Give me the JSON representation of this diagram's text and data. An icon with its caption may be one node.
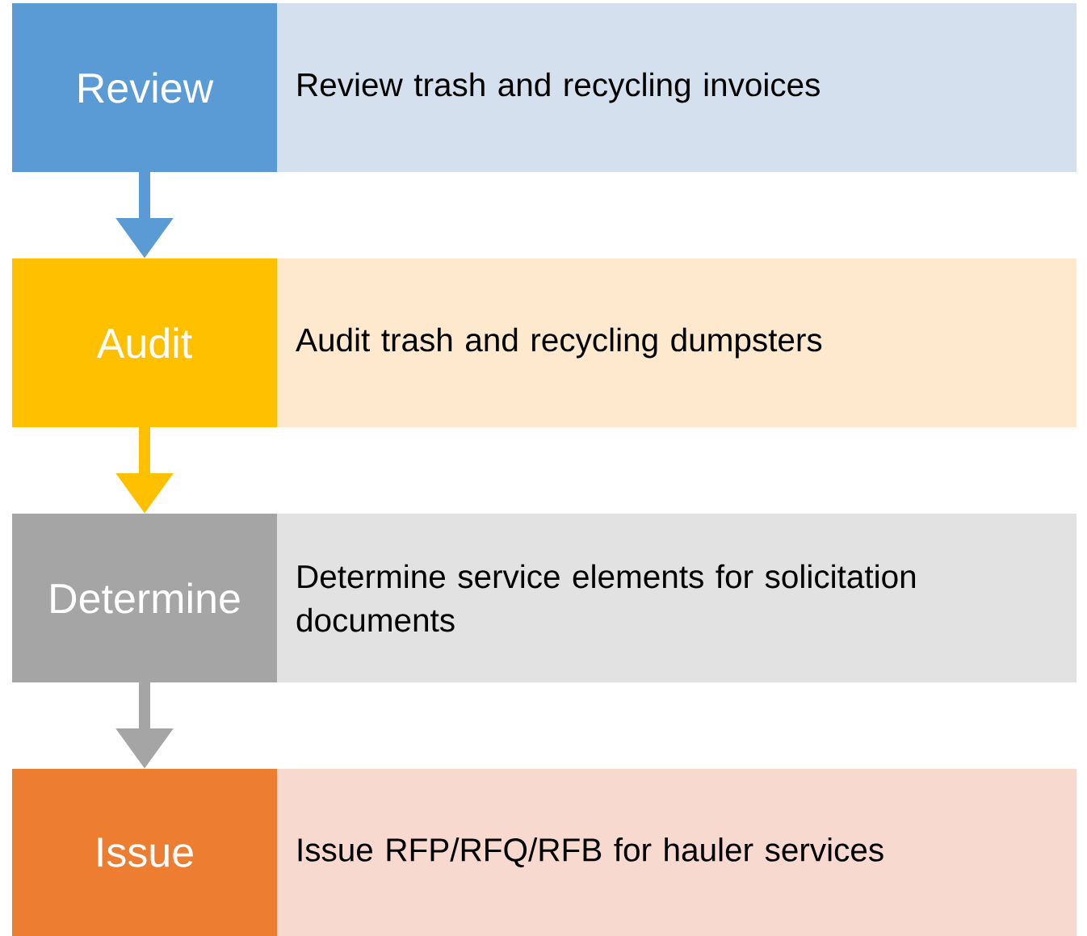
{
  "diagram": {
    "nodes": [
      {
        "text": [
          "Review"
        ]
      },
      {
        "text": [
          "Review trash and recycling invoices"
        ]
      },
      {
        "text": [
          "Audit"
        ]
      },
      {
        "text": [
          "Audit trash and recycling dumpsters"
        ]
      },
      {
        "text": [
          "Determine"
        ]
      },
      {
        "text": [
          "Determine service elements for solicitation documents"
        ]
      },
      {
        "text": [
          "Issue"
        ]
      },
      {
        "text": [
          "Issue RFP/RFQ/RFB for hauler services"
        ]
      }
    ],
    "edges": [
      {
        "from": 0,
        "to": 2,
        "arrow": "to",
        "color": "#5b9bd5"
      },
      {
        "from": 2,
        "to": 4,
        "arrow": "to",
        "color": "#ffc000"
      },
      {
        "from": 4,
        "to": 6,
        "arrow": "to",
        "color": "#a5a5a5"
      }
    ]
  }
}
